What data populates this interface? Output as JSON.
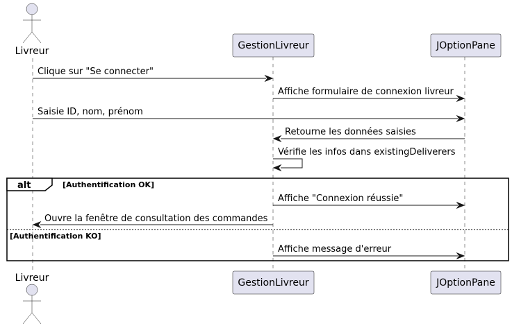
{
  "participants": {
    "livreur": "Livreur",
    "gestion": "GestionLivreur",
    "joption": "JOptionPane"
  },
  "messages": [
    {
      "label": "Clique sur \"Se connecter\""
    },
    {
      "label": "Affiche formulaire de connexion livreur"
    },
    {
      "label": "Saisie ID, nom, prénom"
    },
    {
      "label": "Retourne les données saisies"
    },
    {
      "label": "Vérifie les infos dans existingDeliverers"
    },
    {
      "label": "Affiche \"Connexion réussie\""
    },
    {
      "label": "Ouvre la fenêtre de consultation des commandes"
    },
    {
      "label": "Affiche message d'erreur"
    }
  ],
  "fragment": {
    "keyword": "alt",
    "guard_1": "[Authentification OK]",
    "guard_2": "[Authentification KO]"
  },
  "colors": {
    "participant_fill": "#E2E2F0",
    "line": "#181818"
  }
}
